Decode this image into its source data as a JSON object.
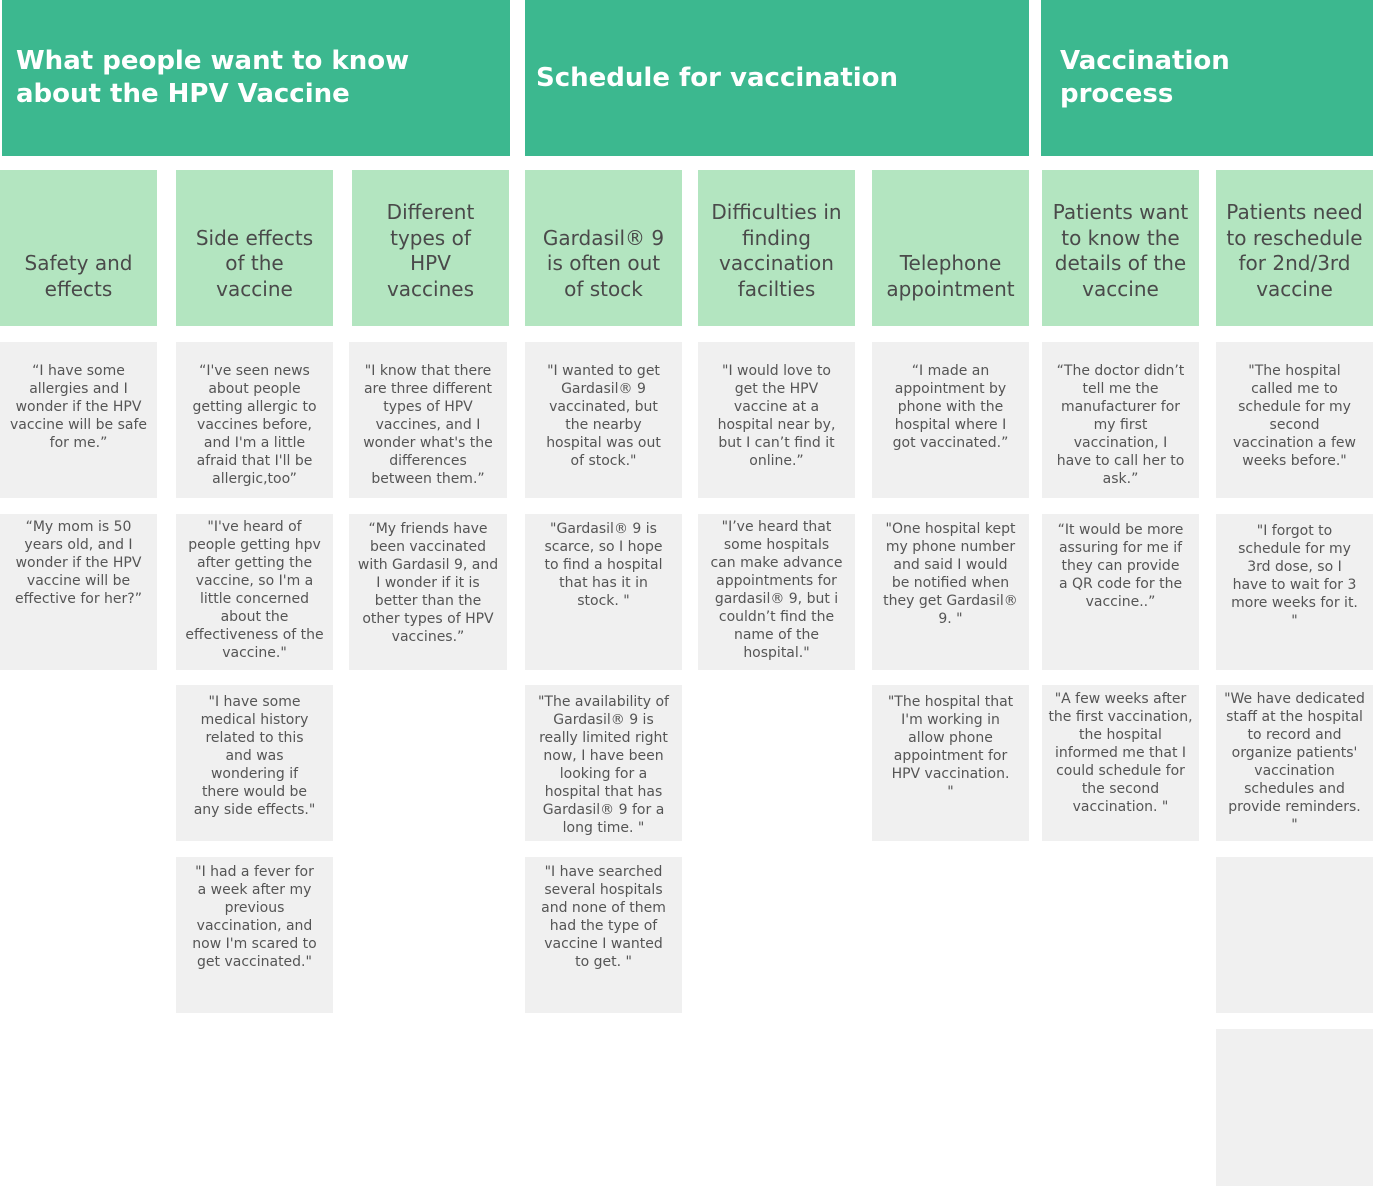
{
  "headers": [
    {
      "title": "What people want to know\nabout the HPV Vaccine"
    },
    {
      "title": "Schedule for vaccination"
    },
    {
      "title": "Vaccination\nprocess"
    }
  ],
  "themes": [
    {
      "label": "Safety and\neffects"
    },
    {
      "label": "Side effects\nof the\nvaccine"
    },
    {
      "label": "Different\ntypes of\nHPV\nvaccines"
    },
    {
      "label": "Gardasil® 9\nis often out\nof stock"
    },
    {
      "label": "Difficulties in\nfinding\nvaccination\nfacilties"
    },
    {
      "label": "Telephone\nappointment"
    },
    {
      "label": "Patients want\nto know the\ndetails of the\nvaccine"
    },
    {
      "label": "Patients need\nto reschedule\nfor 2nd/3rd\nvaccine"
    }
  ],
  "columns": [
    {
      "notes": [
        "“I have some\nallergies and I\nwonder if the HPV\nvaccine will be safe\nfor me.”",
        "“My mom is 50\nyears old, and I\nwonder if the HPV\nvaccine will be\neffective for her?”"
      ]
    },
    {
      "notes": [
        "“I've seen news\nabout people\ngetting allergic to\nvaccines before,\nand I'm a little\nafraid that I'll be\nallergic,too”",
        "\"I've heard of\npeople getting hpv\nafter getting the\nvaccine, so I'm a\nlittle concerned\nabout the\neffectiveness of the\nvaccine.\"",
        "\"I have some\nmedical history\nrelated to this\nand was\nwondering if\nthere would be\nany side effects.\"",
        "\"I had a fever for\na week after my\nprevious\nvaccination, and\nnow I'm scared to\nget vaccinated.\""
      ]
    },
    {
      "notes": [
        "\"I know that there\nare three different\ntypes of HPV\nvaccines, and I\nwonder what's the\ndifferences\nbetween them.”",
        "“My friends have\nbeen vaccinated\nwith Gardasil 9, and\nI wonder if it is\nbetter than the\nother types of HPV\nvaccines.”"
      ]
    },
    {
      "notes": [
        "\"I wanted to get\nGardasil® 9\nvaccinated, but\nthe nearby\nhospital was out\nof stock.\"",
        "\"Gardasil® 9 is\nscarce, so I hope\nto find a hospital\nthat has it in\nstock. \"",
        "\"The availability of\nGardasil® 9 is\nreally limited right\nnow, I have been\nlooking for a\nhospital that has\nGardasil® 9 for a\nlong time. \"",
        "\"I have searched\nseveral hospitals\nand none of them\nhad the type of\nvaccine I wanted\nto get. \""
      ]
    },
    {
      "notes": [
        "\"I would love to\nget the HPV\nvaccine at a\nhospital near by,\nbut I can’t find it\nonline.”",
        "\"I’ve heard that\nsome hospitals\ncan make advance\nappointments for\ngardasil® 9, but i\ncouldn’t find the\nname of the\nhospital.\""
      ]
    },
    {
      "notes": [
        "“I made an\nappointment by\nphone with the\nhospital where I\ngot vaccinated.”",
        "\"One hospital kept\nmy phone number\nand said I would\nbe notified when\nthey get Gardasil®\n9. \"",
        "\"The hospital that\nI'm working in\nallow phone\nappointment for\nHPV vaccination.\n\""
      ]
    },
    {
      "notes": [
        "“The doctor didn’t\ntell me the\nmanufacturer for\nmy first\nvaccination, I\nhave to call her to\nask.”",
        "“It would be more\nassuring for me if\nthey can provide\na QR code for the\nvaccine..”",
        "\"A few weeks after\nthe first vaccination,\nthe hospital\ninformed me that I\ncould schedule for\nthe second\nvaccination. \""
      ]
    },
    {
      "notes": [
        "\"The hospital\ncalled me to\nschedule for my\nsecond\nvaccination a few\nweeks before.\"",
        "\"I forgot to\nschedule for my\n3rd dose, so I\nhave to wait for 3\nmore weeks for it.\n\"",
        "\"We have dedicated\nstaff at the hospital\nto record and\norganize patients'\nvaccination\nschedules and\nprovide reminders.\n\"",
        "",
        ""
      ]
    }
  ]
}
